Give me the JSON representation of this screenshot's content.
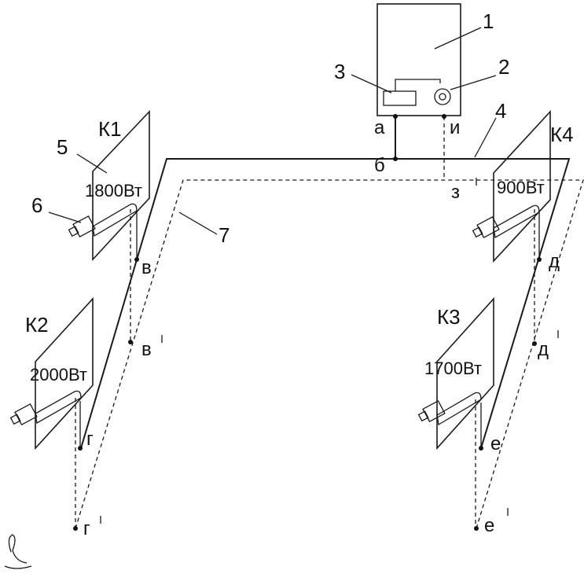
{
  "boiler": {
    "label": "1",
    "pump_label": "2",
    "control_label": "3"
  },
  "pipes": {
    "supply_label": "4",
    "return_label": "7"
  },
  "rooms": {
    "k1": {
      "name": "К1",
      "power": "1800Вт",
      "panel_label": "5",
      "radiator_label": "6"
    },
    "k2": {
      "name": "К2",
      "power": "2000Вт"
    },
    "k3": {
      "name": "К3",
      "power": "1700Вт"
    },
    "k4": {
      "name": "К4",
      "power": "900Вт"
    }
  },
  "points": {
    "a": "а",
    "b": "б",
    "v": "в",
    "v1": "в",
    "g": "г",
    "g1": "г",
    "d": "д",
    "d1": "д",
    "e": "е",
    "e1": "е",
    "z": "з",
    "i": "и"
  }
}
